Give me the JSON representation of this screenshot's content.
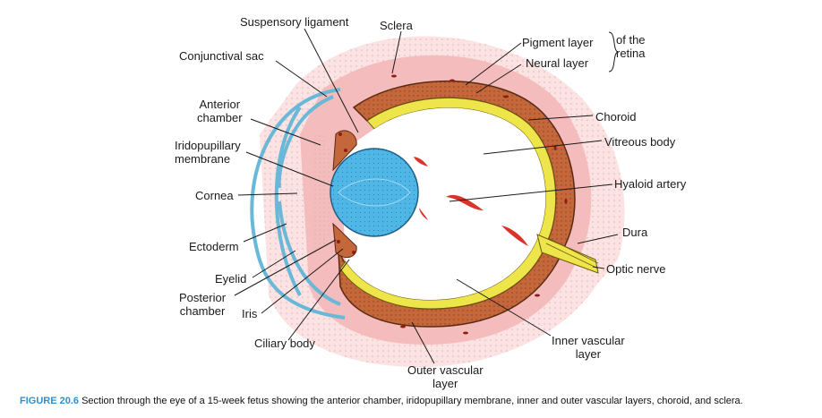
{
  "figure": {
    "labels": {
      "suspensory_ligament": "Suspensory ligament",
      "sclera": "Sclera",
      "conjunctival_sac": "Conjunctival sac",
      "pigment_layer": "Pigment layer",
      "neural_layer": "Neural layer",
      "of_the_retina": "of the\nretina",
      "anterior_chamber": "Anterior\nchamber",
      "choroid": "Choroid",
      "iridopupillary_membrane": "Iridopupillary\nmembrane",
      "vitreous_body": "Vitreous body",
      "cornea": "Cornea",
      "hyaloid_artery": "Hyaloid artery",
      "ectoderm": "Ectoderm",
      "dura": "Dura",
      "eyelid": "Eyelid",
      "optic_nerve": "Optic nerve",
      "posterior_chamber": "Posterior\nchamber",
      "iris": "Iris",
      "ciliary_body": "Ciliary body",
      "inner_vascular_layer": "Inner vascular\nlayer",
      "outer_vascular_layer": "Outer vascular\nlayer"
    },
    "caption_number": "FIGURE 20.6",
    "caption_text": "Section through the eye of a 15-week fetus showing the anterior chamber, iridopupillary membrane, inner and outer vascular layers, choroid, and sclera."
  },
  "colors": {
    "sclera_pink": "#f6c9c9",
    "choroid_brown": "#c4673a",
    "retina_yellow": "#eee54a",
    "lens_blue": "#4fb6e6",
    "cornea_blue": "#6ab8d8",
    "vessel_red": "#d8342a",
    "caption_blue": "#2f8fd0"
  }
}
